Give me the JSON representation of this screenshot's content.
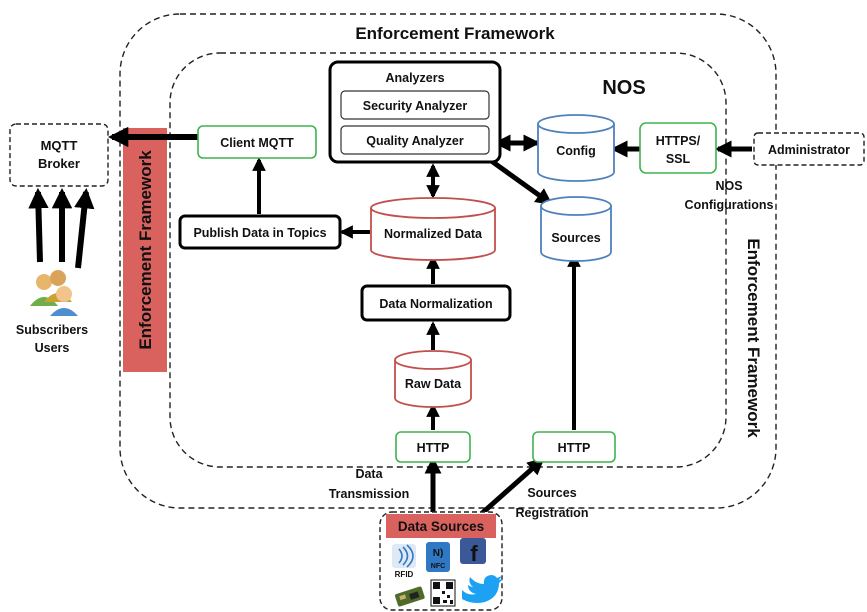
{
  "frame": {
    "outer_label": "Enforcement Framework",
    "left_label": "Enforcement Framework",
    "right_label": "Enforcement Framework",
    "nos_label": "NOS"
  },
  "analyzers": {
    "title": "Analyzers",
    "security": "Security Analyzer",
    "quality": "Quality Analyzer"
  },
  "nodes": {
    "mqtt_broker_line1": "MQTT",
    "mqtt_broker_line2": "Broker",
    "client_mqtt": "Client MQTT",
    "publish": "Publish Data in Topics",
    "normalized_data": "Normalized Data",
    "data_normalization": "Data Normalization",
    "raw_data": "Raw Data",
    "http_left": "HTTP",
    "http_right": "HTTP",
    "config": "Config",
    "sources": "Sources",
    "https_line1": "HTTPS/",
    "https_line2": "SSL",
    "administrator": "Administrator",
    "subscribers_line1": "Subscribers",
    "subscribers_line2": "Users",
    "data_sources": "Data Sources"
  },
  "edge_labels": {
    "nos_config_line1": "NOS",
    "nos_config_line2": "Configurations",
    "data_transmission_line1": "Data",
    "data_transmission_line2": "Transmission",
    "sources_registration_line1": "Sources",
    "sources_registration_line2": "Registration"
  },
  "data_source_icons": {
    "rfid_label": "RFID",
    "nfc_label": "NFC",
    "facebook_label": "f",
    "items": [
      "rfid-icon",
      "nfc-icon",
      "facebook-icon",
      "circuit-board-icon",
      "qr-code-icon",
      "twitter-icon"
    ]
  },
  "colors": {
    "green_border": "#3fb34f",
    "red_border": "#c0504d",
    "blue_border": "#4f81bd",
    "enforcement_bar": "#d9625f",
    "data_sources_header": "#d9625f",
    "icon_blue": "#2f78c4",
    "facebook_blue": "#3b5998",
    "twitter_blue": "#1da1f2"
  }
}
